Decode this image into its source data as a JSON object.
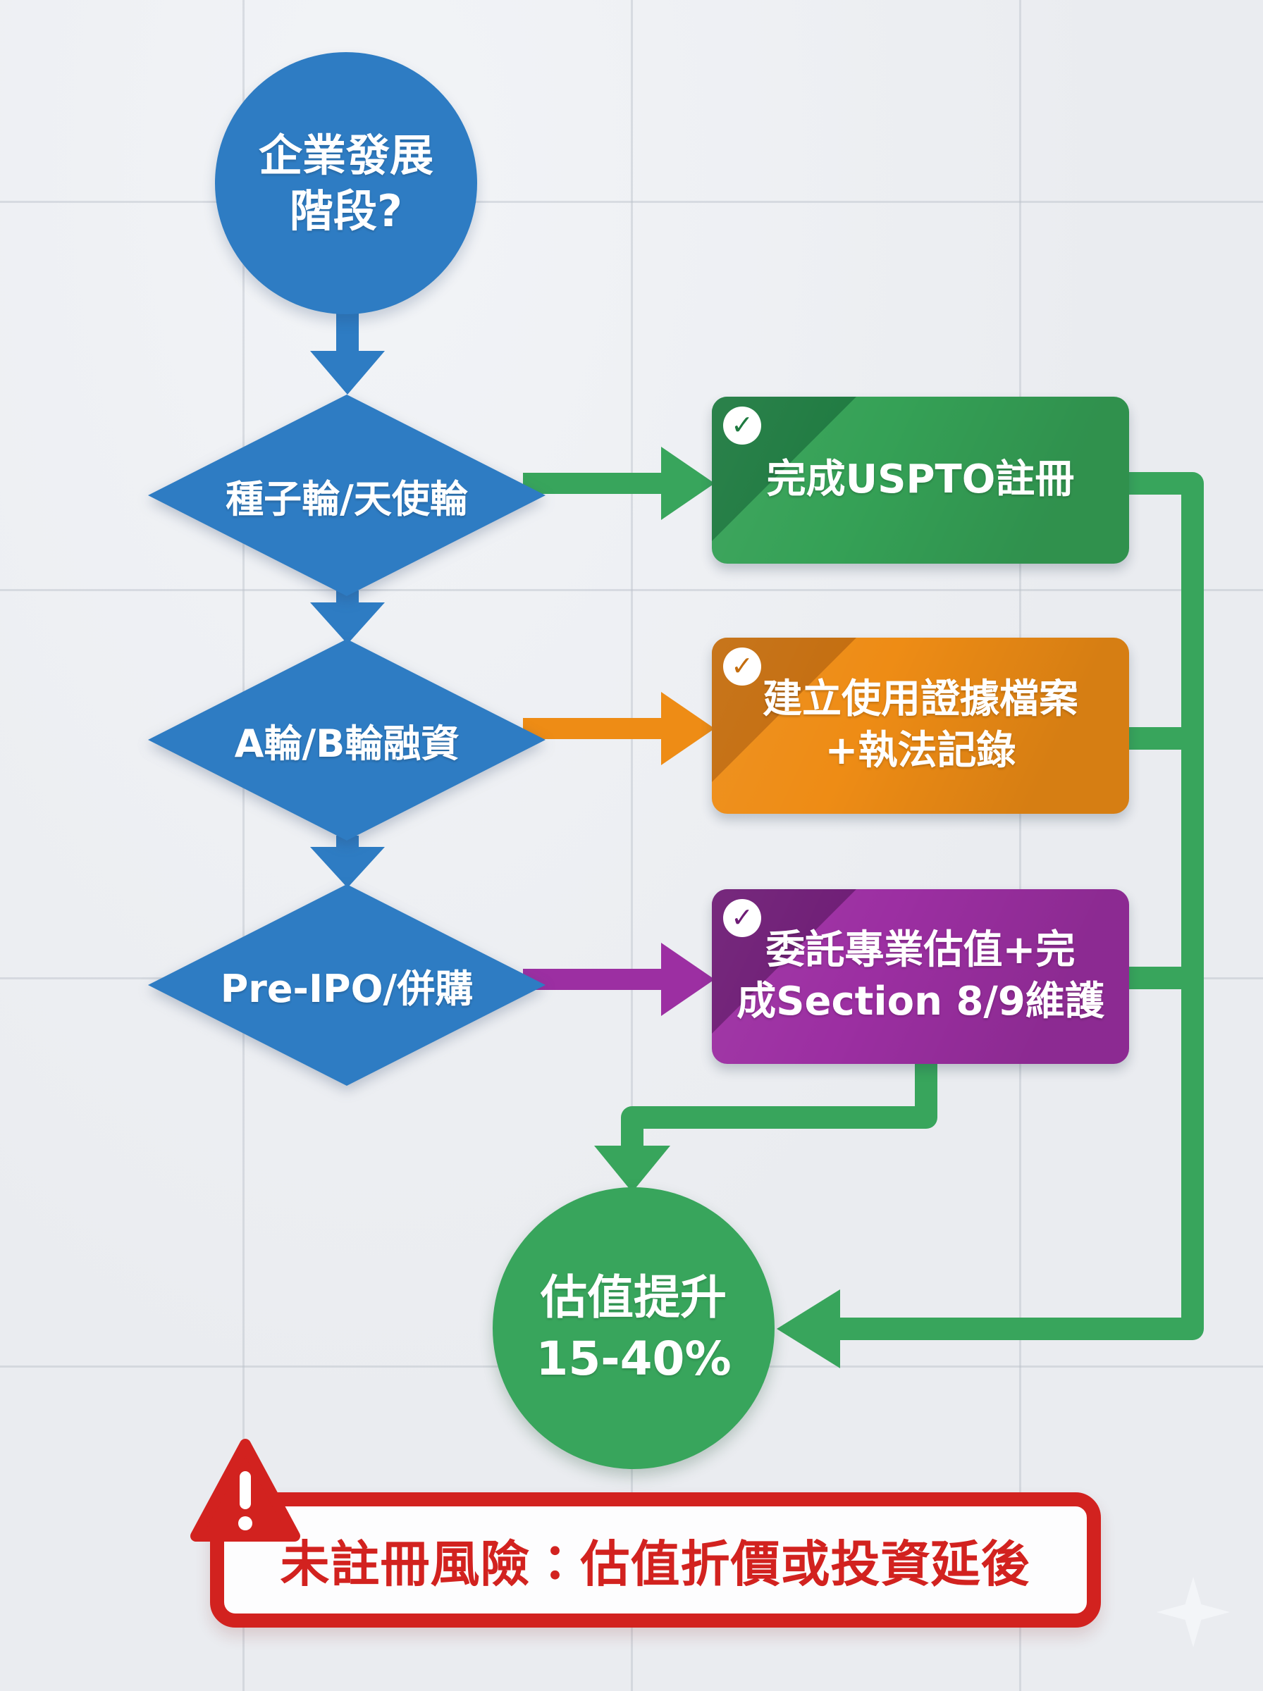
{
  "palette": {
    "blue": "#2e7cc3",
    "green": "#38a55c",
    "green_box": "#35a156",
    "green_dark": "#1e7a40",
    "orange": "#ee8c15",
    "orange_dark": "#c46d0e",
    "purple": "#9c2fa2",
    "purple_dark": "#6e1c75",
    "red": "#d2221f",
    "background": "#eaecf0",
    "text_on_shape": "#ffffff"
  },
  "icons": {
    "check": "✓",
    "warning_exclamation": "!",
    "sparkle": "sparkle-star"
  },
  "flow": {
    "start": {
      "line1": "企業發展",
      "line2": "階段?"
    },
    "diamonds": {
      "seed": {
        "label": "種子輪/天使輪"
      },
      "series": {
        "label": "A輪/B輪融資"
      },
      "preipo": {
        "label": "Pre-IPO/併購"
      }
    },
    "boxes": {
      "uspto": {
        "label": "完成USPTO註冊"
      },
      "evidence": {
        "line1": "建立使用證據檔案",
        "line2": "+執法記錄"
      },
      "valuation": {
        "line1": "委託專業估值+完",
        "line2": "成Section 8/9維護"
      }
    },
    "result": {
      "line1": "估值提升",
      "line2": "15-40%"
    },
    "warning": {
      "label": "未註冊風險：估值折價或投資延後"
    }
  }
}
